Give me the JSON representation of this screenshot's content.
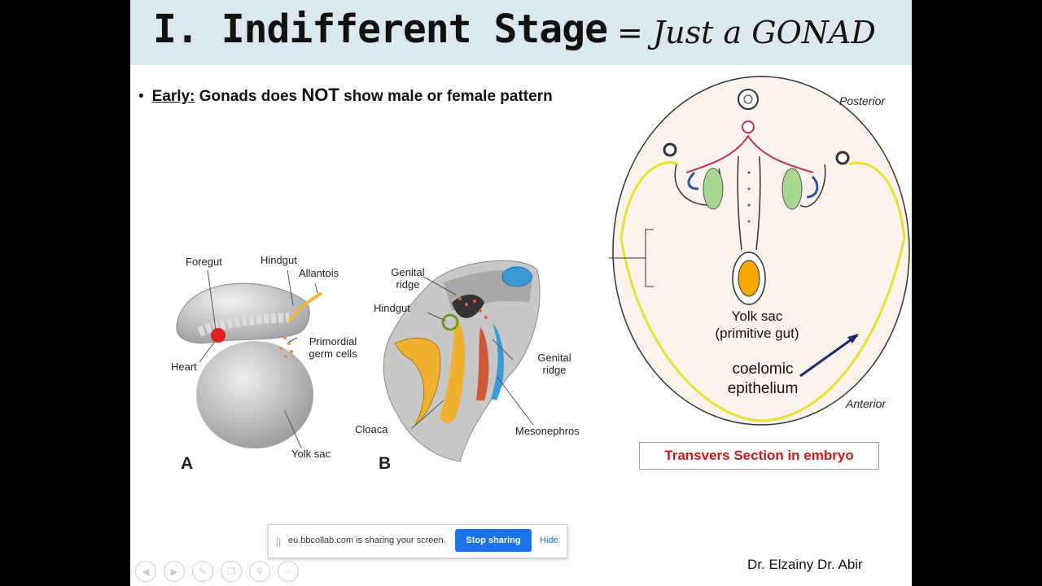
{
  "slide": {
    "title_main": "I. Indifferent Stage",
    "title_sub": "= Just a GONAD",
    "bullet": {
      "label": "Early:",
      "text1": "Gonads does",
      "emphasis": "NOT",
      "text2": "show male or female pattern"
    },
    "caption": "Transvers Section in embryo",
    "authors": "Dr. Elzainy   Dr. Abir"
  },
  "figure_a": {
    "letter": "A",
    "labels": {
      "foregut": "Foregut",
      "hindgut": "Hindgut",
      "allantois": "Allantois",
      "primordial_germ_cells": "Primordial germ cells",
      "heart": "Heart",
      "yolk_sac": "Yolk sac"
    }
  },
  "figure_b": {
    "letter": "B",
    "labels": {
      "genital_ridge_top": "Genital ridge",
      "hindgut": "Hindgut",
      "genital_ridge_right": "Genital ridge",
      "cloaca": "Cloaca",
      "mesonephros": "Mesonephros"
    }
  },
  "diagram": {
    "posterior": "Posterior",
    "anterior": "Anterior",
    "yolk_sac": "Yolk sac",
    "yolk_sac_sub": "(primitive gut)",
    "coelomic": "coelomic",
    "epithelium": "epithelium"
  },
  "share_bar": {
    "grip": "||",
    "text": "eu.bbcollab.com is sharing your screen.",
    "stop": "Stop sharing",
    "hide": "Hide"
  },
  "controls": [
    "prev-icon",
    "next-icon",
    "pen-icon",
    "copy-icon",
    "zoom-icon",
    "more-icon"
  ],
  "colors": {
    "title_bg": "#dbe9ee",
    "caption_red": "#d01818",
    "share_blue": "#1a73e8",
    "diagram_bg": "#fbf3ec"
  }
}
